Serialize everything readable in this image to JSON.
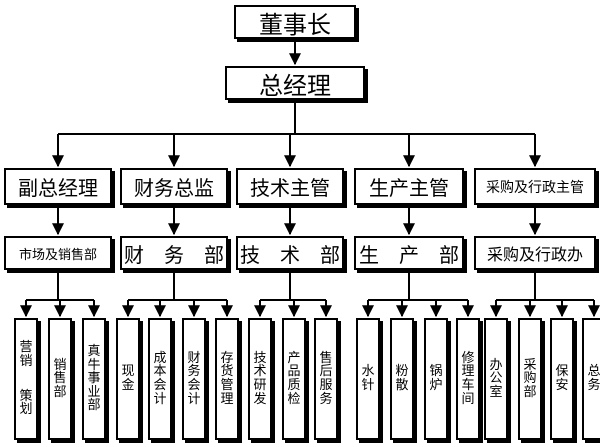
{
  "chairman": "董事长",
  "gm": "总经理",
  "departments": [
    {
      "head": "副总经理",
      "unit": "市场及销售部",
      "teams": [
        {
          "cols": [
            "营销",
            "策划"
          ]
        },
        {
          "cols": [
            "销售部"
          ]
        },
        {
          "cols": [
            "真牛事业部"
          ]
        }
      ]
    },
    {
      "head": "财务总监",
      "unit": "财　务　部",
      "teams": [
        {
          "cols": [
            "现金"
          ]
        },
        {
          "cols": [
            "成本会计"
          ]
        },
        {
          "cols": [
            "财务会计"
          ]
        },
        {
          "cols": [
            "存货管理"
          ]
        }
      ]
    },
    {
      "head": "技术主管",
      "unit": "技　术　部",
      "teams": [
        {
          "cols": [
            "技术研发"
          ]
        },
        {
          "cols": [
            "产品质检"
          ]
        },
        {
          "cols": [
            "售后服务"
          ]
        }
      ]
    },
    {
      "head": "生产主管",
      "unit": "生　产　部",
      "teams": [
        {
          "cols": [
            "水针"
          ]
        },
        {
          "cols": [
            "粉散"
          ]
        },
        {
          "cols": [
            "锅炉"
          ]
        },
        {
          "cols": [
            "修理车间"
          ]
        }
      ]
    },
    {
      "head": "采购及行政主管",
      "unit": "采购及行政办",
      "teams": [
        {
          "cols": [
            "办公室"
          ]
        },
        {
          "cols": [
            "采购部"
          ]
        },
        {
          "cols": [
            "保安"
          ]
        },
        {
          "cols": [
            "总务"
          ]
        }
      ]
    }
  ],
  "style": {
    "line": "#000000",
    "box_border": "#000000",
    "background": "#ffffff"
  }
}
